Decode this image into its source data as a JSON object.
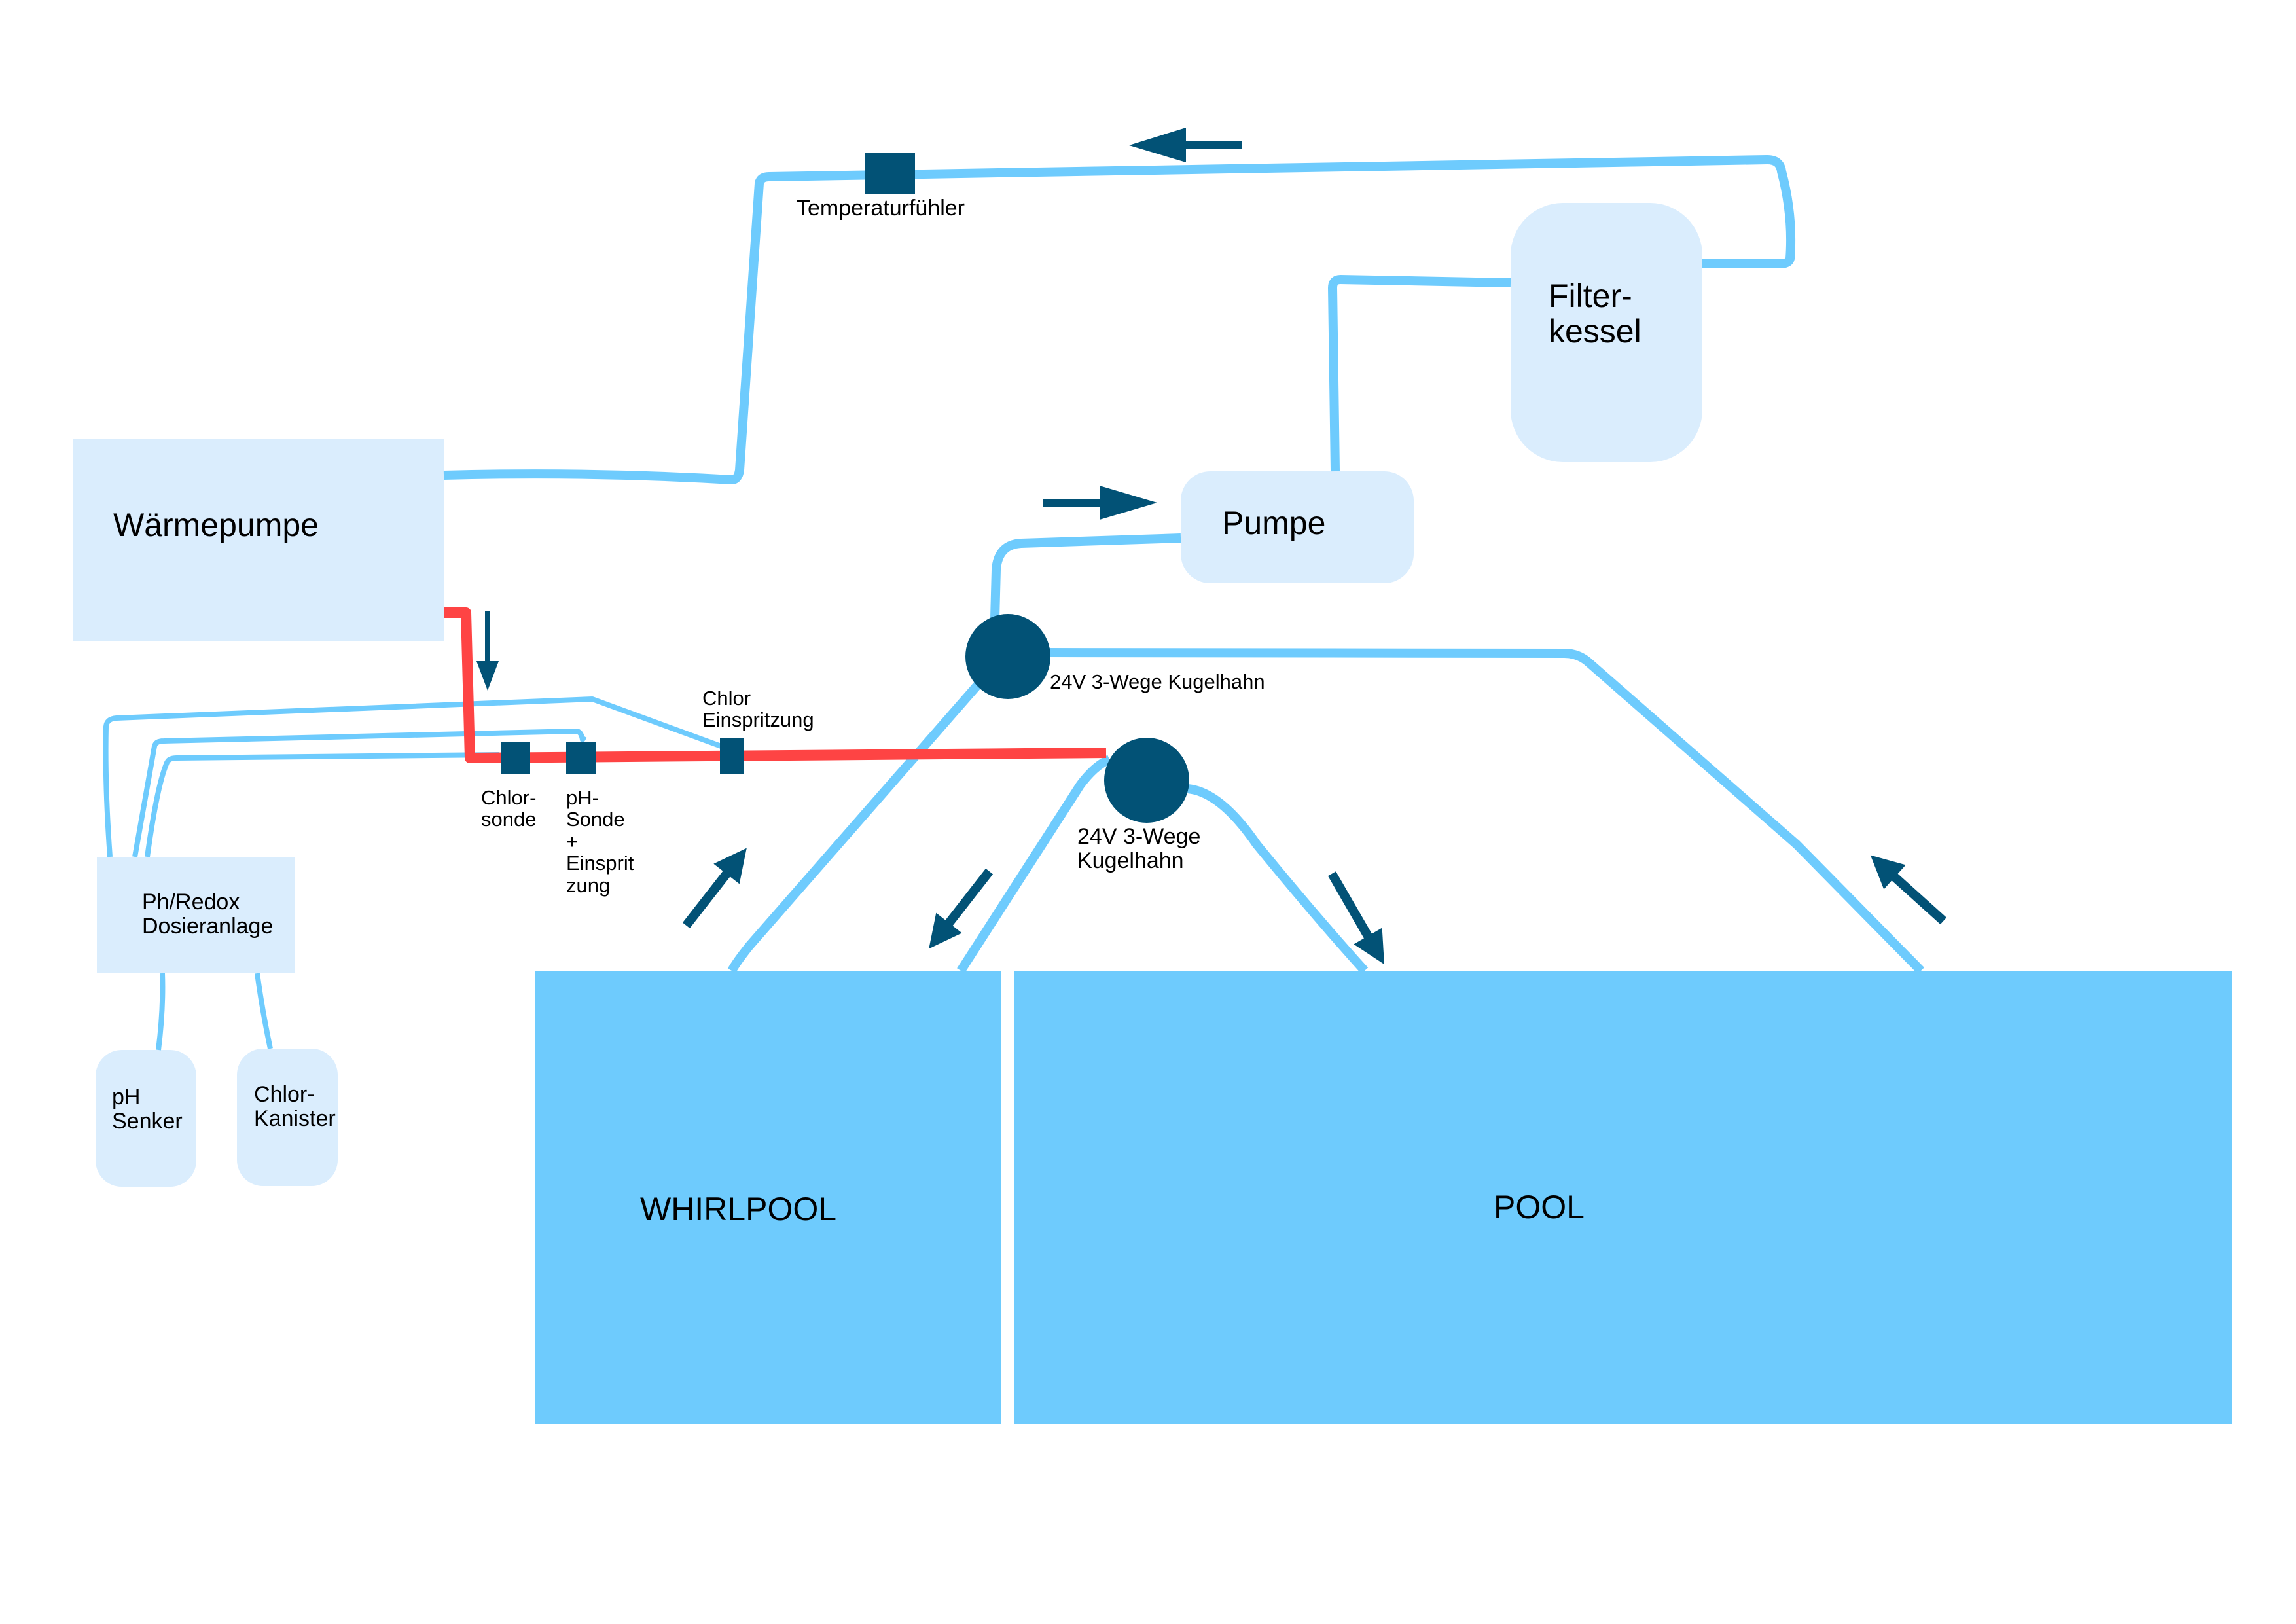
{
  "colors": {
    "pipe": "#6ecbfd",
    "heated_pipe": "#fe4444",
    "device_fill": "#daedfd",
    "pool_fill": "#6ecbfd",
    "sensor_fill": "#025276",
    "arrow": "#025276",
    "background": "#ffffff"
  },
  "components": {
    "heat_pump": "Wärmepumpe",
    "pump": "Pumpe",
    "filter": "Filter-\nkessel",
    "dosing_unit": "Ph/Redox\nDosieranlage",
    "ph_reducer": "pH\nSenker",
    "chlorine_canister": "Chlor-\nKanister",
    "whirlpool": "WHIRLPOOL",
    "pool": "POOL"
  },
  "sensors": {
    "temperature": "Temperaturfühler",
    "chlorine_probe": "Chlor-\nsonde",
    "ph_probe": "pH-\nSonde\n+\nEinsprit\nzung",
    "chlorine_injection": "Chlor\nEinspritzung"
  },
  "valves": {
    "valve_1": "24V 3-Wege Kugelhahn",
    "valve_2": "24V 3-Wege\nKugelhahn"
  },
  "flow_arrows": [
    {
      "name": "return-to-heatpump",
      "direction": "left"
    },
    {
      "name": "into-pump",
      "direction": "right"
    },
    {
      "name": "heatpump-outflow",
      "direction": "down"
    },
    {
      "name": "whirlpool-suction",
      "direction": "up-right"
    },
    {
      "name": "whirlpool-return",
      "direction": "down-left"
    },
    {
      "name": "pool-return",
      "direction": "down-right"
    },
    {
      "name": "pool-suction",
      "direction": "up-left"
    }
  ]
}
